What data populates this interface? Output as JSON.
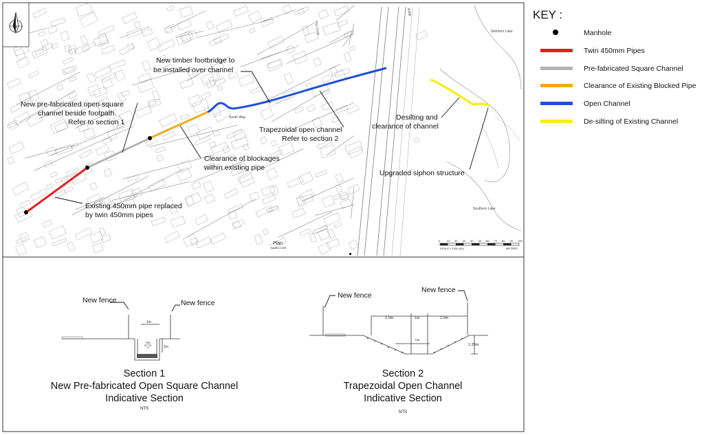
{
  "plan": {
    "title": "Plan",
    "scale": "Scale1:1000",
    "scalebar_ticks": [
      "0",
      "10",
      "20",
      "30",
      "40",
      "50",
      "60",
      "70",
      "80",
      "90",
      "100"
    ],
    "scalebar_left": "SCALE 1:1000 (A1)",
    "scalebar_right": "METRES",
    "map_labels": {
      "northern_lake": "Northern Lake",
      "southern_lake": "Southern Lake",
      "the_cook": "The Cook",
      "south_way": "South Way",
      "a_road": "A406"
    },
    "annotations": {
      "footbridge": [
        "New timber footbridge to",
        "be installed over channel"
      ],
      "prefab": [
        "New pre-fabricated open square",
        "channel beside footpath.",
        "Refer to section 1"
      ],
      "trapezoidal": [
        "Trapezoidal open channel",
        "Refer to section 2"
      ],
      "desilting": [
        "Desilting and",
        "clearance of channel"
      ],
      "clearance": [
        "Clearance of blockages",
        "within existing pipe"
      ],
      "siphon": "Upgraded siphon structure",
      "twin": [
        "Existing 450mm pipe replaced",
        "by twin 450mm pipes"
      ]
    }
  },
  "sections": {
    "section1": {
      "title": "Section 1",
      "subtitle": "New Pre-fabricated Open Square Channel",
      "subtitle2": "Indicative Section",
      "nts": "NTS",
      "fence_left": "New fence",
      "fence_right": "New fence",
      "dim_width": "1m",
      "dim_depth": "1m",
      "water_label": "TWL"
    },
    "section2": {
      "title": "Section 2",
      "subtitle": "Trapezoidal Open Channel",
      "subtitle2": "Indicative Section",
      "nts": "NTS",
      "fence_left": "New fence",
      "fence_right": "New fence",
      "dim_left": "2.5m",
      "dim_mid": "1m",
      "dim_right": "2.5m",
      "dim_depth": "1.25m",
      "water_label": "TWL"
    }
  },
  "key": {
    "title": "KEY :",
    "items": [
      {
        "label": "Manhole",
        "symbol": "dot",
        "color": "#000000"
      },
      {
        "label": "Twin 450mm Pipes",
        "symbol": "line",
        "color": "#e02020"
      },
      {
        "label": "Pre-fabricated Square Channel",
        "symbol": "line",
        "color": "#b4b4b4"
      },
      {
        "label": "Clearance of Existing Blocked Pipe",
        "symbol": "line",
        "color": "#f5a81d"
      },
      {
        "label": "Open Channel",
        "symbol": "line",
        "color": "#1f4fd6"
      },
      {
        "label": "De-silting of Existing Channel",
        "symbol": "line",
        "color": "#f4ee16"
      }
    ]
  }
}
